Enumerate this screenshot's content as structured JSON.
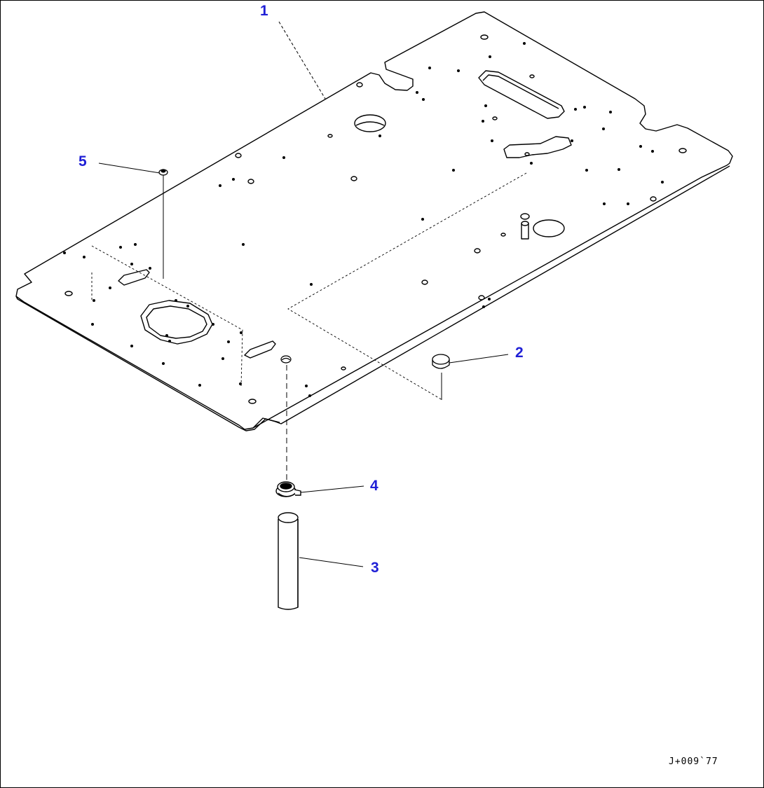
{
  "callouts": [
    {
      "id": "1",
      "label": "1"
    },
    {
      "id": "2",
      "label": "2"
    },
    {
      "id": "3",
      "label": "3"
    },
    {
      "id": "4",
      "label": "4"
    },
    {
      "id": "5",
      "label": "5"
    }
  ],
  "drawing_code": "J+009`77",
  "colors": {
    "callout_text": "#1f1fd6",
    "line": "#000000",
    "background": "#ffffff"
  }
}
